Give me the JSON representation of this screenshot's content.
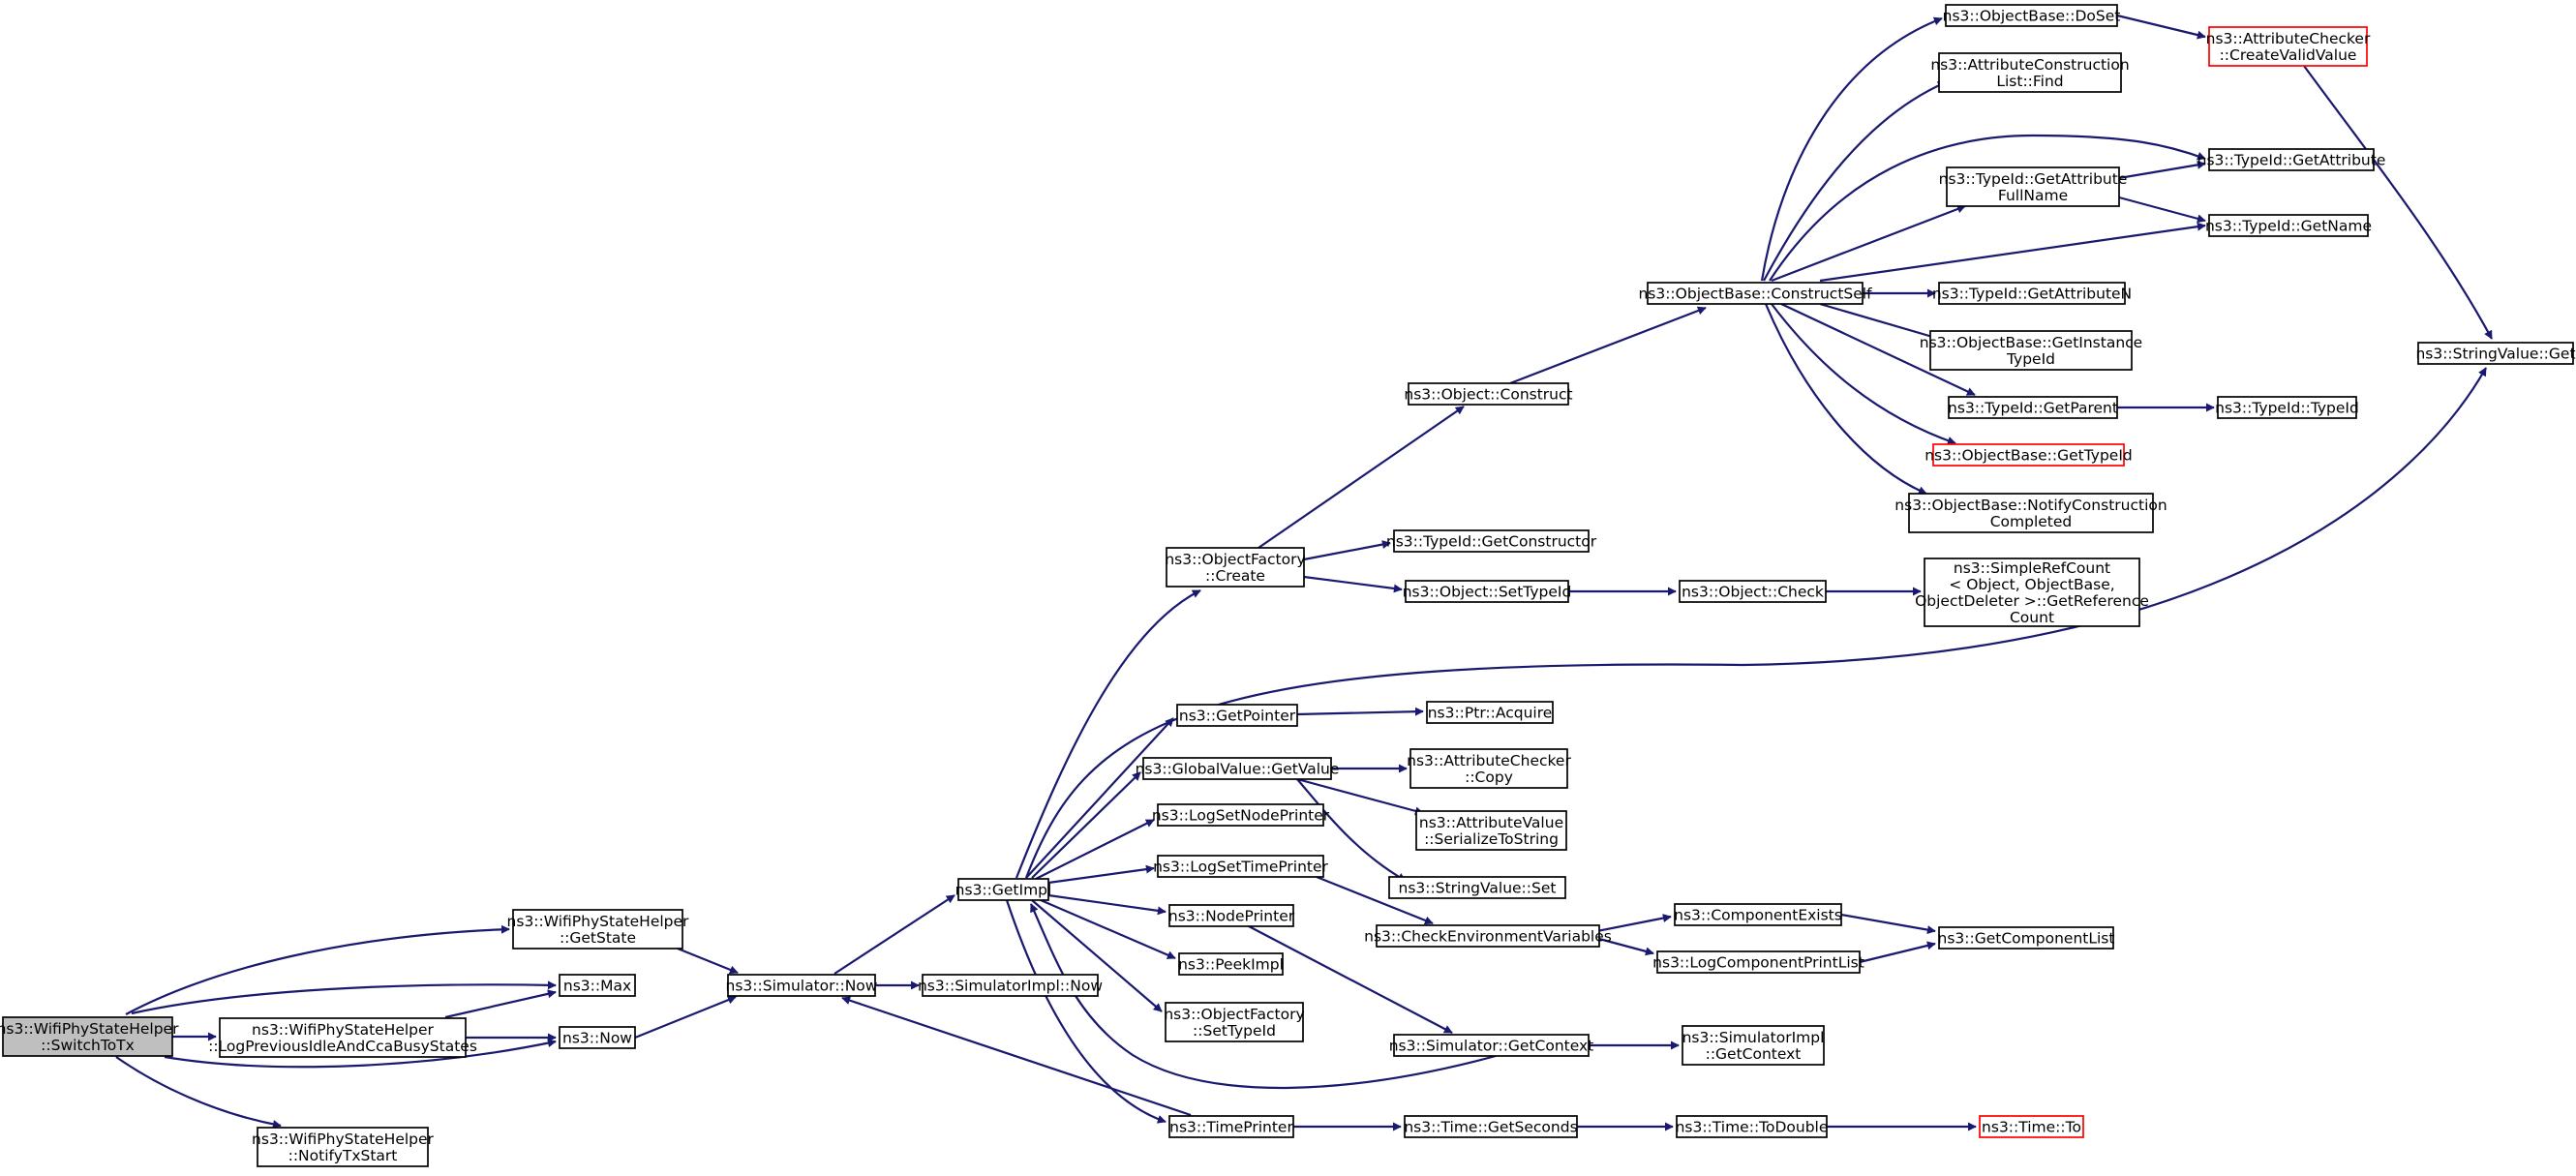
{
  "colors": {
    "edge": "#191970",
    "node_border": "#000000",
    "truncated_border": "#ff0000",
    "root_fill": "#bfbfbf"
  },
  "nodes": [
    {
      "id": "switchtotx",
      "lines": [
        "ns3::WifiPhyStateHelper",
        "::SwitchToTx"
      ],
      "style": "root"
    },
    {
      "id": "getstate",
      "lines": [
        "ns3::WifiPhyStateHelper",
        "::GetState"
      ]
    },
    {
      "id": "max",
      "lines": [
        "ns3::Max"
      ]
    },
    {
      "id": "logprev",
      "lines": [
        "ns3::WifiPhyStateHelper",
        "::LogPreviousIdleAndCcaBusyStates"
      ]
    },
    {
      "id": "now",
      "lines": [
        "ns3::Now"
      ]
    },
    {
      "id": "notifytx",
      "lines": [
        "ns3::WifiPhyStateHelper",
        "::NotifyTxStart"
      ]
    },
    {
      "id": "simnow",
      "lines": [
        "ns3::Simulator::Now"
      ]
    },
    {
      "id": "simimplnow",
      "lines": [
        "ns3::SimulatorImpl::Now"
      ]
    },
    {
      "id": "getimpl",
      "lines": [
        "ns3::GetImpl"
      ]
    },
    {
      "id": "ofcreate",
      "lines": [
        "ns3::ObjectFactory",
        "::Create"
      ]
    },
    {
      "id": "getpointer",
      "lines": [
        "ns3::GetPointer"
      ]
    },
    {
      "id": "gvgetvalue",
      "lines": [
        "ns3::GlobalValue::GetValue"
      ]
    },
    {
      "id": "logsetnode",
      "lines": [
        "ns3::LogSetNodePrinter"
      ]
    },
    {
      "id": "logsettime",
      "lines": [
        "ns3::LogSetTimePrinter"
      ]
    },
    {
      "id": "nodeprinter",
      "lines": [
        "ns3::NodePrinter"
      ]
    },
    {
      "id": "peekimpl",
      "lines": [
        "ns3::PeekImpl"
      ]
    },
    {
      "id": "ofsettypeid",
      "lines": [
        "ns3::ObjectFactory",
        "::SetTypeId"
      ]
    },
    {
      "id": "timeprinter",
      "lines": [
        "ns3::TimePrinter"
      ]
    },
    {
      "id": "objconstruct",
      "lines": [
        "ns3::Object::Construct"
      ]
    },
    {
      "id": "tidgetctor",
      "lines": [
        "ns3::TypeId::GetConstructor"
      ]
    },
    {
      "id": "objsettypeid",
      "lines": [
        "ns3::Object::SetTypeId"
      ]
    },
    {
      "id": "ptracquire",
      "lines": [
        "ns3::Ptr::Acquire"
      ]
    },
    {
      "id": "accopy",
      "lines": [
        "ns3::AttributeChecker",
        "::Copy"
      ]
    },
    {
      "id": "avserialize",
      "lines": [
        "ns3::AttributeValue",
        "::SerializeToString"
      ]
    },
    {
      "id": "svset",
      "lines": [
        "ns3::StringValue::Set"
      ]
    },
    {
      "id": "checkenv",
      "lines": [
        "ns3::CheckEnvironmentVariables"
      ]
    },
    {
      "id": "simgetctx",
      "lines": [
        "ns3::Simulator::GetContext"
      ]
    },
    {
      "id": "timegetsec",
      "lines": [
        "ns3::Time::GetSeconds"
      ]
    },
    {
      "id": "obconstructself",
      "lines": [
        "ns3::ObjectBase::ConstructSelf"
      ]
    },
    {
      "id": "objcheck",
      "lines": [
        "ns3::Object::Check"
      ]
    },
    {
      "id": "compexists",
      "lines": [
        "ns3::ComponentExists"
      ]
    },
    {
      "id": "logcompprint",
      "lines": [
        "ns3::LogComponentPrintList"
      ]
    },
    {
      "id": "simimplctx",
      "lines": [
        "ns3::SimulatorImpl",
        "::GetContext"
      ]
    },
    {
      "id": "timetodouble",
      "lines": [
        "ns3::Time::ToDouble"
      ]
    },
    {
      "id": "obdoset",
      "lines": [
        "ns3::ObjectBase::DoSet"
      ]
    },
    {
      "id": "acfind",
      "lines": [
        "ns3::AttributeConstruction",
        "List::Find"
      ]
    },
    {
      "id": "tidgetattrfull",
      "lines": [
        "ns3::TypeId::GetAttribute",
        "FullName"
      ]
    },
    {
      "id": "tidgetattrn",
      "lines": [
        "ns3::TypeId::GetAttributeN"
      ]
    },
    {
      "id": "obgetinst",
      "lines": [
        "ns3::ObjectBase::GetInstance",
        "TypeId"
      ]
    },
    {
      "id": "tidgetparent",
      "lines": [
        "ns3::TypeId::GetParent"
      ]
    },
    {
      "id": "obgettypeid",
      "lines": [
        "ns3::ObjectBase::GetTypeId"
      ],
      "style": "red"
    },
    {
      "id": "obnotify",
      "lines": [
        "ns3::ObjectBase::NotifyConstruction",
        "Completed"
      ]
    },
    {
      "id": "simplerefcount",
      "lines": [
        "ns3::SimpleRefCount",
        "< Object, ObjectBase,",
        "ObjectDeleter >::GetReference",
        "Count"
      ]
    },
    {
      "id": "getcomplist",
      "lines": [
        "ns3::GetComponentList"
      ]
    },
    {
      "id": "timeto",
      "lines": [
        "ns3::Time::To"
      ],
      "style": "red"
    },
    {
      "id": "accreatevalid",
      "lines": [
        "ns3::AttributeChecker",
        "::CreateValidValue"
      ],
      "style": "red"
    },
    {
      "id": "tidgetattr",
      "lines": [
        "ns3::TypeId::GetAttribute"
      ]
    },
    {
      "id": "tidgetname",
      "lines": [
        "ns3::TypeId::GetName"
      ]
    },
    {
      "id": "tidtypeid",
      "lines": [
        "ns3::TypeId::TypeId"
      ]
    },
    {
      "id": "svget",
      "lines": [
        "ns3::StringValue::Get"
      ]
    }
  ],
  "edges": [
    [
      "switchtotx",
      "getstate"
    ],
    [
      "switchtotx",
      "max"
    ],
    [
      "switchtotx",
      "logprev"
    ],
    [
      "switchtotx",
      "now"
    ],
    [
      "switchtotx",
      "notifytx"
    ],
    [
      "getstate",
      "simnow"
    ],
    [
      "logprev",
      "max"
    ],
    [
      "logprev",
      "now"
    ],
    [
      "now",
      "simnow"
    ],
    [
      "simnow",
      "getimpl"
    ],
    [
      "simnow",
      "simimplnow"
    ],
    [
      "getimpl",
      "ofcreate"
    ],
    [
      "getimpl",
      "svget"
    ],
    [
      "getimpl",
      "getpointer"
    ],
    [
      "getimpl",
      "gvgetvalue"
    ],
    [
      "getimpl",
      "logsetnode"
    ],
    [
      "getimpl",
      "logsettime"
    ],
    [
      "getimpl",
      "nodeprinter"
    ],
    [
      "getimpl",
      "peekimpl"
    ],
    [
      "getimpl",
      "ofsettypeid"
    ],
    [
      "getimpl",
      "timeprinter"
    ],
    [
      "ofcreate",
      "objconstruct"
    ],
    [
      "ofcreate",
      "tidgetctor"
    ],
    [
      "ofcreate",
      "objsettypeid"
    ],
    [
      "getpointer",
      "ptracquire"
    ],
    [
      "gvgetvalue",
      "accopy"
    ],
    [
      "gvgetvalue",
      "avserialize"
    ],
    [
      "gvgetvalue",
      "svset"
    ],
    [
      "logsettime",
      "checkenv"
    ],
    [
      "nodeprinter",
      "simgetctx"
    ],
    [
      "simgetctx",
      "getimpl"
    ],
    [
      "timeprinter",
      "simnow"
    ],
    [
      "timeprinter",
      "timegetsec"
    ],
    [
      "objconstruct",
      "obconstructself"
    ],
    [
      "objsettypeid",
      "objcheck"
    ],
    [
      "checkenv",
      "compexists"
    ],
    [
      "checkenv",
      "logcompprint"
    ],
    [
      "simgetctx",
      "simimplctx"
    ],
    [
      "timegetsec",
      "timetodouble"
    ],
    [
      "obconstructself",
      "obdoset"
    ],
    [
      "obconstructself",
      "acfind"
    ],
    [
      "obconstructself",
      "tidgetattr"
    ],
    [
      "obconstructself",
      "tidgetattrfull"
    ],
    [
      "obconstructself",
      "tidgetname"
    ],
    [
      "obconstructself",
      "tidgetattrn"
    ],
    [
      "obconstructself",
      "obgetinst"
    ],
    [
      "obconstructself",
      "tidgetparent"
    ],
    [
      "obconstructself",
      "obgettypeid"
    ],
    [
      "obconstructself",
      "obnotify"
    ],
    [
      "objcheck",
      "simplerefcount"
    ],
    [
      "compexists",
      "getcomplist"
    ],
    [
      "logcompprint",
      "getcomplist"
    ],
    [
      "timetodouble",
      "timeto"
    ],
    [
      "obdoset",
      "accreatevalid"
    ],
    [
      "tidgetattrfull",
      "tidgetattr"
    ],
    [
      "tidgetattrfull",
      "tidgetname"
    ],
    [
      "tidgetparent",
      "tidtypeid"
    ],
    [
      "accreatevalid",
      "svget"
    ]
  ]
}
